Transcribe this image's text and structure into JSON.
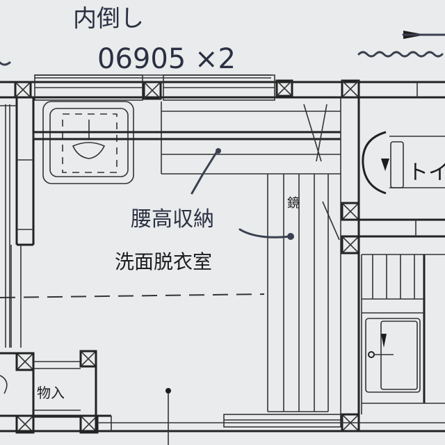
{
  "handwritten": {
    "product_name": "内倒し",
    "product_code": "06905 ×2",
    "storage_note": "腰高収納"
  },
  "rooms": {
    "washroom": "洗面脱衣室",
    "mirror": "鏡",
    "toilet": "トイ",
    "storage": "物入"
  },
  "colors": {
    "paper": "#e9ebec",
    "wall_ink": "#222222",
    "pen_ink": "#3a4050"
  }
}
